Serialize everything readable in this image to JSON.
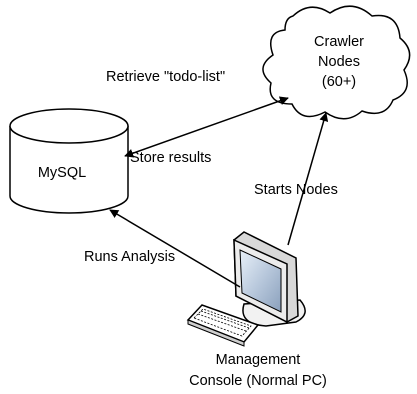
{
  "nodes": {
    "database": {
      "label": "MySQL"
    },
    "crawler": {
      "lines": [
        "Crawler",
        "Nodes",
        "(60+)"
      ]
    },
    "console": {
      "lines": [
        "Management",
        "Console (Normal PC)"
      ]
    }
  },
  "edges": {
    "retrieve": "Retrieve \"todo-list\"",
    "store": "Store results",
    "starts": "Starts Nodes",
    "analysis": "Runs Analysis"
  }
}
